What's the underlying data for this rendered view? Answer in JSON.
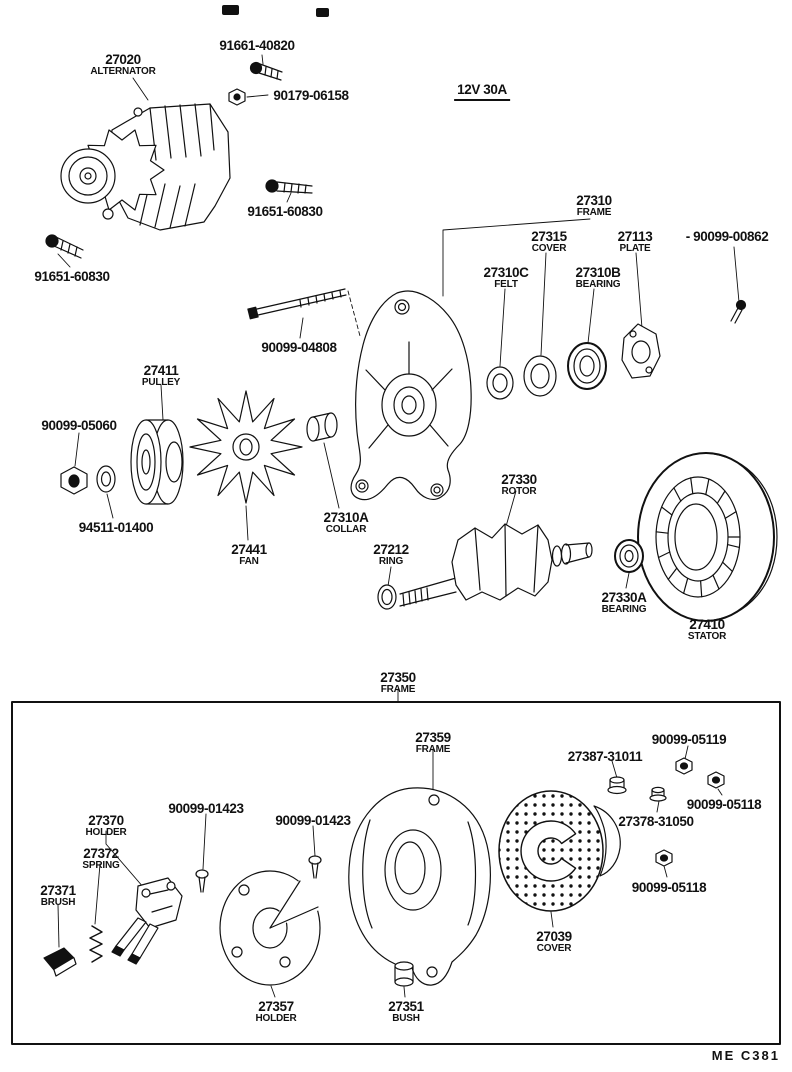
{
  "header": {
    "rating": "12V 30A"
  },
  "footer": {
    "code": "ME C381"
  },
  "parts": {
    "bolt_91661": {
      "num": "91661-40820"
    },
    "alternator": {
      "num": "27020",
      "name": "ALTERNATOR"
    },
    "nut_90179": {
      "num": "90179-06158"
    },
    "bolt_91651_upper": {
      "num": "91651-60830"
    },
    "bolt_91651_left": {
      "num": "91651-60830"
    },
    "frame_drive": {
      "num": "27310",
      "name": "FRAME"
    },
    "cover_front": {
      "num": "27315",
      "name": "COVER"
    },
    "plate": {
      "num": "27113",
      "name": "PLATE"
    },
    "screw_plate": {
      "num": "- 90099-00862"
    },
    "felt": {
      "num": "27310C",
      "name": "FELT"
    },
    "bearing_front": {
      "num": "27310B",
      "name": "BEARING"
    },
    "bolt_through": {
      "num": "90099-04808"
    },
    "pulley": {
      "num": "27411",
      "name": "PULLEY"
    },
    "nut_pulley": {
      "num": "90099-05060"
    },
    "washer": {
      "num": "94511-01400"
    },
    "fan": {
      "num": "27441",
      "name": "FAN"
    },
    "collar": {
      "num": "27310A",
      "name": "COLLAR"
    },
    "ring": {
      "num": "27212",
      "name": "RING"
    },
    "rotor": {
      "num": "27330",
      "name": "ROTOR"
    },
    "bearing_rear": {
      "num": "27330A",
      "name": "BEARING"
    },
    "stator": {
      "num": "27410",
      "name": "STATOR"
    },
    "frame_assembly": {
      "num": "27350",
      "name": "FRAME"
    },
    "frame_rear": {
      "num": "27359",
      "name": "FRAME"
    },
    "nut_05119": {
      "num": "90099-05119"
    },
    "insulator_27387": {
      "num": "27387-31011"
    },
    "nut_05118_right": {
      "num": "90099-05118"
    },
    "insulator_27378": {
      "num": "27378-31050"
    },
    "screw_01423_left": {
      "num": "90099-01423"
    },
    "screw_01423_mid": {
      "num": "90099-01423"
    },
    "brush_holder": {
      "num": "27370",
      "name": "HOLDER"
    },
    "spring": {
      "num": "27372",
      "name": "SPRING"
    },
    "brush": {
      "num": "27371",
      "name": "BRUSH"
    },
    "cover_rear": {
      "num": "27039",
      "name": "COVER"
    },
    "nut_05118_lower": {
      "num": "90099-05118"
    },
    "holder_rectifier": {
      "num": "27357",
      "name": "HOLDER"
    },
    "bush": {
      "num": "27351",
      "name": "BUSH"
    }
  }
}
